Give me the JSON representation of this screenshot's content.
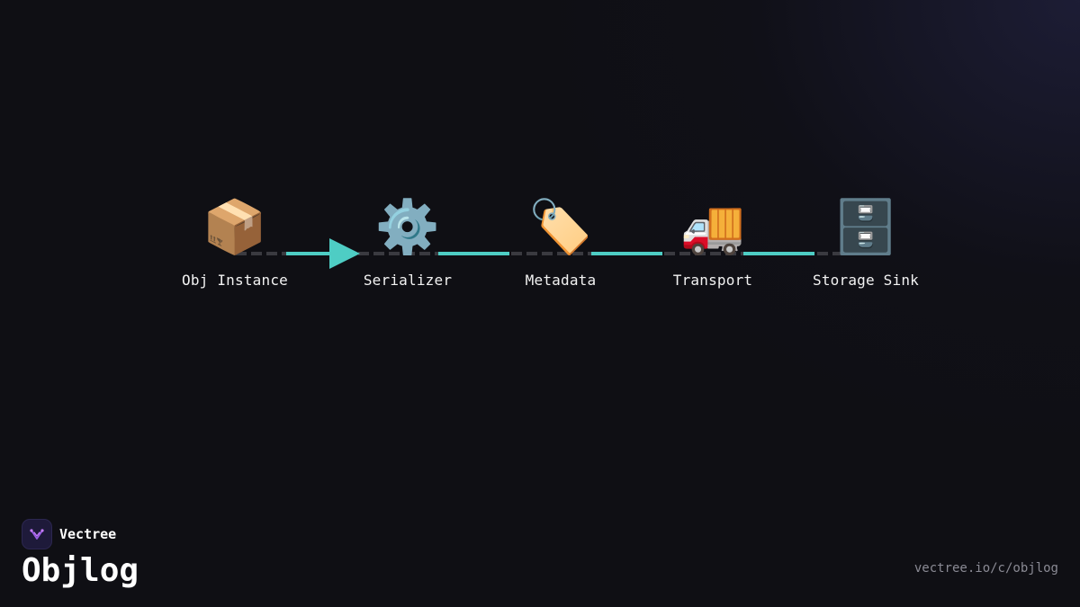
{
  "colors": {
    "accent": "#4ecdc4",
    "dash": "#3a3a40",
    "background": "#0f0f14"
  },
  "pipeline": {
    "nodes": [
      {
        "label": "Obj Instance",
        "icon": "package-icon",
        "glyph": "📦"
      },
      {
        "label": "Serializer",
        "icon": "gear-icon",
        "glyph": "⚙️"
      },
      {
        "label": "Metadata",
        "icon": "label-tag-icon",
        "glyph": "🏷️"
      },
      {
        "label": "Transport",
        "icon": "delivery-truck-icon",
        "glyph": "🚚"
      },
      {
        "label": "Storage Sink",
        "icon": "file-cabinet-icon",
        "glyph": "🗄️"
      }
    ]
  },
  "brand": {
    "company": "Vectree",
    "product": "Objlog",
    "logo_icon": "vectree-logo-icon"
  },
  "footer": {
    "url": "vectree.io/c/objlog"
  }
}
